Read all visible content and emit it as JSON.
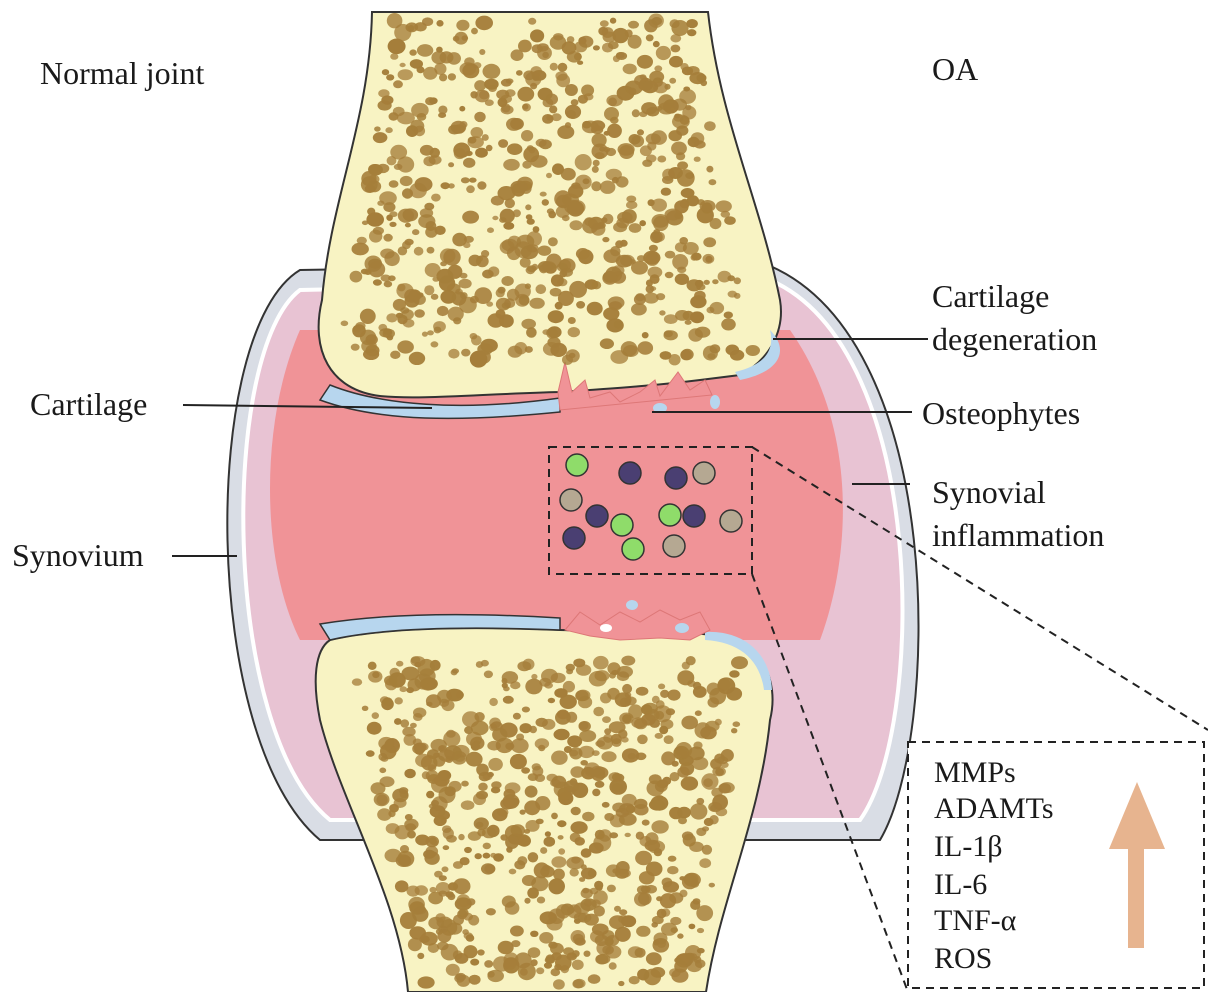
{
  "titles": {
    "left": "Normal joint",
    "right": "OA"
  },
  "labels": {
    "cartilage": "Cartilage",
    "synovium": "Synovium",
    "cartilage_degeneration": [
      "Cartilage",
      "degeneration"
    ],
    "osteophytes": "Osteophytes",
    "synovial_inflammation": [
      "Synovial",
      "inflammation"
    ]
  },
  "mediators_box": {
    "items": [
      "MMPs",
      "ADAMTs",
      "IL-1β",
      "IL-6",
      "TNF-α",
      "ROS"
    ],
    "trend": "increase-arrow-icon"
  },
  "colors": {
    "bone": "#f8f3c3",
    "bone_pores": "#a57e3a",
    "synovial_fluid": "#f09397",
    "synovium_pink": "#e8c3d3",
    "capsule": "#d9dde5",
    "cartilage": "#b7d6ee",
    "cell_green": "#8fdc6a",
    "cell_purple": "#4a3f72",
    "cell_gray": "#b5a892",
    "arrow": "#e7b48f"
  }
}
